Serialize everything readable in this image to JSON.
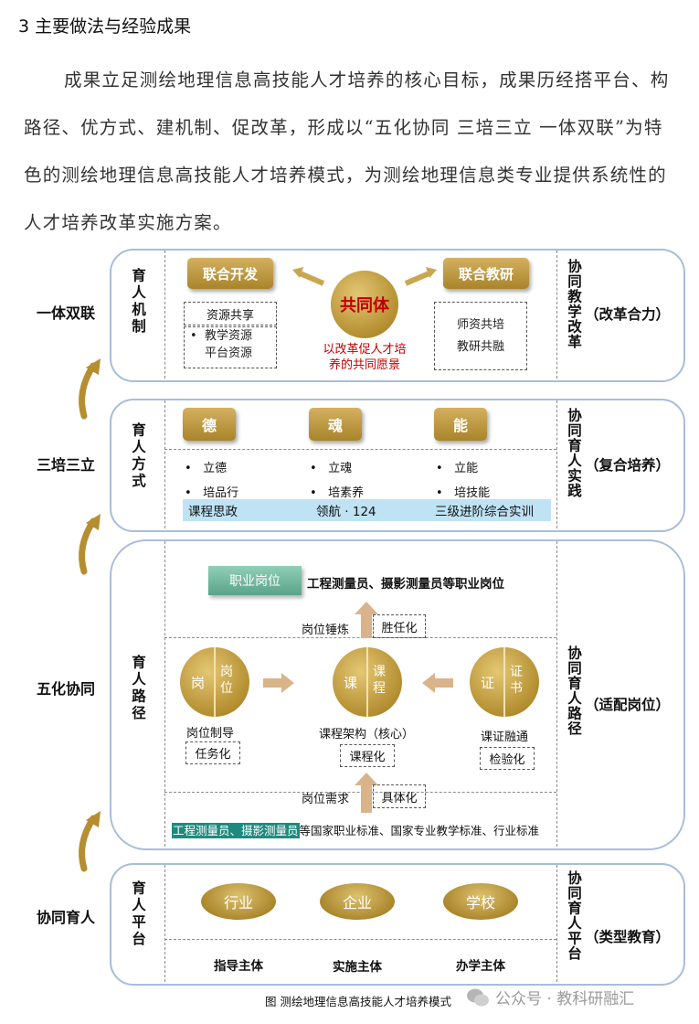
{
  "heading": "3 主要做法与经验成果",
  "paragraph": "成果立足测绘地理信息高技能人才培养的核心目标，成果历经搭平台、构路径、优方式、建机制、促改革，形成以“五化协同 三培三立 一体双联”为特色的测绘地理信息高技能人才培养模式，为测绘地理信息类专业提供系统性的人才培养改革实施方案。",
  "diagram": {
    "side_labels": [
      "一体双联",
      "三培三立",
      "五化协同",
      "协同育人"
    ],
    "panel1": {
      "left": "育人机制",
      "btn_left": "联合开发",
      "btn_right": "联合教研",
      "center": "共同体",
      "center_caption_1": "以改革促人才培",
      "center_caption_2": "养的共同愿景",
      "box_left_title": "资源共享",
      "box_left_item_1": "教学资源",
      "box_left_item_2": "平台资源",
      "box_right_1": "师资共培",
      "box_right_2": "教研共融",
      "right_vertical": "协同教学改革",
      "right_paren": "（改革合力）"
    },
    "panel2": {
      "left": "育人方式",
      "btn1": "德",
      "btn2": "魂",
      "btn3": "能",
      "col1": [
        "立德",
        "培品行"
      ],
      "col2": [
        "立魂",
        "培素养"
      ],
      "col3": [
        "立能",
        "培技能"
      ],
      "band1": "课程思政",
      "band2": "领航 · 124",
      "band3": "三级进阶综合实训",
      "right_vertical": "协同育人实践",
      "right_paren": "（复合培养）"
    },
    "panel3": {
      "left": "育人路径",
      "job_btn": "职业岗位",
      "job_text": "工程测量员、摄影测量员等职业岗位",
      "temper_label": "岗位锤炼",
      "temper_box": "胜任化",
      "c1_left": "岗",
      "c1_right": "岗位",
      "c2_left": "课",
      "c2_right": "课程",
      "c3_left": "证",
      "c3_right": "证书",
      "c1_caption": "岗位制导",
      "c2_caption": "课程架构（核心）",
      "c3_caption": "课证融通",
      "c1_box": "任务化",
      "c2_box": "课程化",
      "c3_box": "检验化",
      "demand_label": "岗位需求",
      "demand_box": "具体化",
      "std_highlight": "工程测量员、摄影测量员",
      "std_rest": "等国家职业标准、国家专业教学标准、行业标准",
      "right_vertical": "协同育人路径",
      "right_paren": "（适配岗位）"
    },
    "panel4": {
      "left": "育人平台",
      "e1": "行业",
      "e2": "企业",
      "e3": "学校",
      "s1": "指导主体",
      "s2": "实施主体",
      "s3": "办学主体",
      "right_vertical": "协同育人平台",
      "right_paren": "（类型教育）"
    },
    "caption": "图  测绘地理信息高技能人才培养模式",
    "watermark": "公众号 · 教科研融汇"
  },
  "colors": {
    "gold": "#b48e30",
    "panel_border": "#a9bdd8",
    "band_blue": "#bfe3f5",
    "teal": "#1e8a7e",
    "red": "#c00000"
  }
}
